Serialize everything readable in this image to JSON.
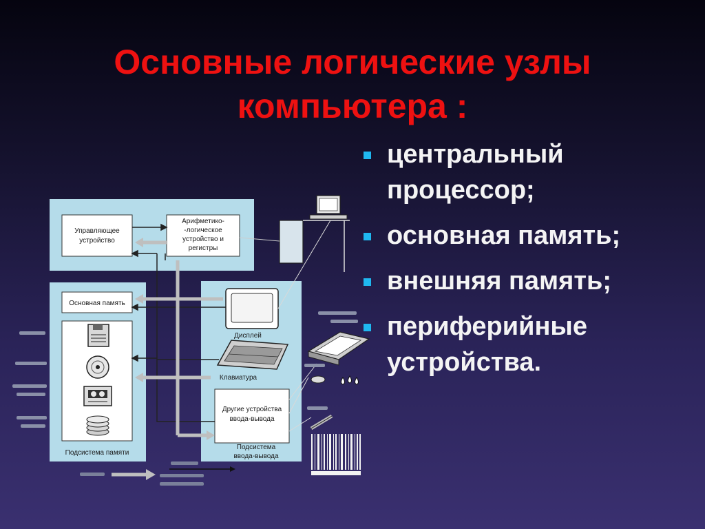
{
  "slide": {
    "title_line1": "Основные логические узлы",
    "title_line2": "компьютера :",
    "bullets": [
      {
        "line1": "центральный",
        "line2": "процессор;"
      },
      {
        "line1": "основная память;"
      },
      {
        "line1": "внешняя память;"
      },
      {
        "line1": "периферийные",
        "line2": "устройства."
      }
    ],
    "bullet_color": "#1fb8f0",
    "title_color": "#ee1111"
  },
  "diagram": {
    "control_unit": {
      "line1": "Управляющее",
      "line2": "устройство"
    },
    "alu": {
      "line1": "Арифметико-",
      "line2": "-логическое",
      "line3": "устройство и",
      "line4": "регистры"
    },
    "main_memory": "Основная память",
    "memory_subsystem": "Подсистема памяти",
    "display": "Дисплей",
    "keyboard": "Клавиатура",
    "other_io": {
      "line1": "Другие устройства",
      "line2": "ввода-вывода"
    },
    "io_subsystem": {
      "line1": "Подсистема",
      "line2": "ввода-вывода"
    }
  }
}
